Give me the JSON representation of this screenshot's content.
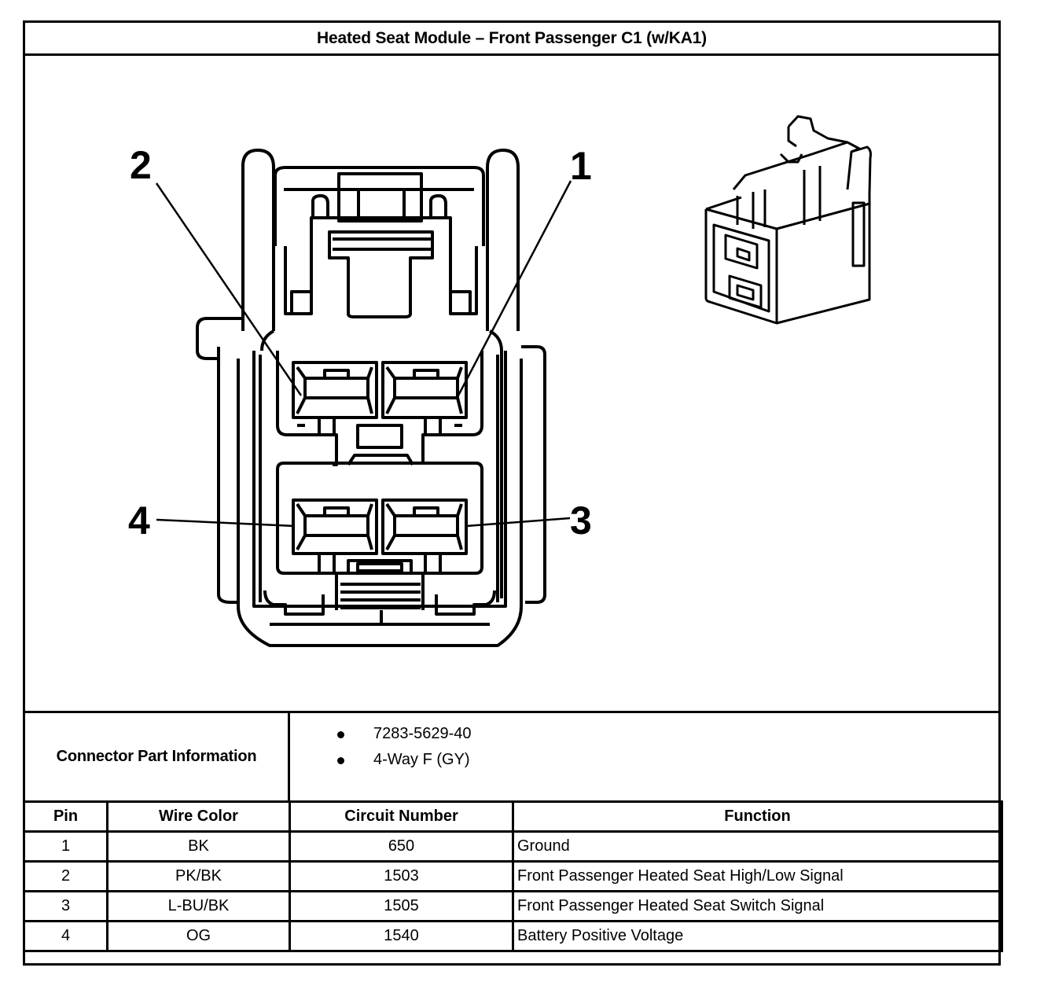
{
  "title": "Heated Seat Module – Front Passenger C1 (w/KA1)",
  "diagram": {
    "front_view_labels": [
      "1",
      "2",
      "3",
      "4"
    ],
    "callouts": [
      {
        "label": "2",
        "pin": 2
      },
      {
        "label": "1",
        "pin": 1
      },
      {
        "label": "4",
        "pin": 4
      },
      {
        "label": "3",
        "pin": 3
      }
    ],
    "isometric_view": "connector-isometric"
  },
  "connector_info": {
    "label": "Connector Part Information",
    "items": [
      "7283-5629-40",
      "4-Way F (GY)"
    ]
  },
  "pin_table": {
    "headers": [
      "Pin",
      "Wire Color",
      "Circuit Number",
      "Function"
    ],
    "rows": [
      {
        "pin": "1",
        "wire_color": "BK",
        "circuit": "650",
        "function": "Ground"
      },
      {
        "pin": "2",
        "wire_color": "PK/BK",
        "circuit": "1503",
        "function": "Front Passenger Heated Seat High/Low Signal"
      },
      {
        "pin": "3",
        "wire_color": "L-BU/BK",
        "circuit": "1505",
        "function": "Front Passenger Heated Seat Switch Signal"
      },
      {
        "pin": "4",
        "wire_color": "OG",
        "circuit": "1540",
        "function": "Battery Positive Voltage"
      }
    ]
  }
}
